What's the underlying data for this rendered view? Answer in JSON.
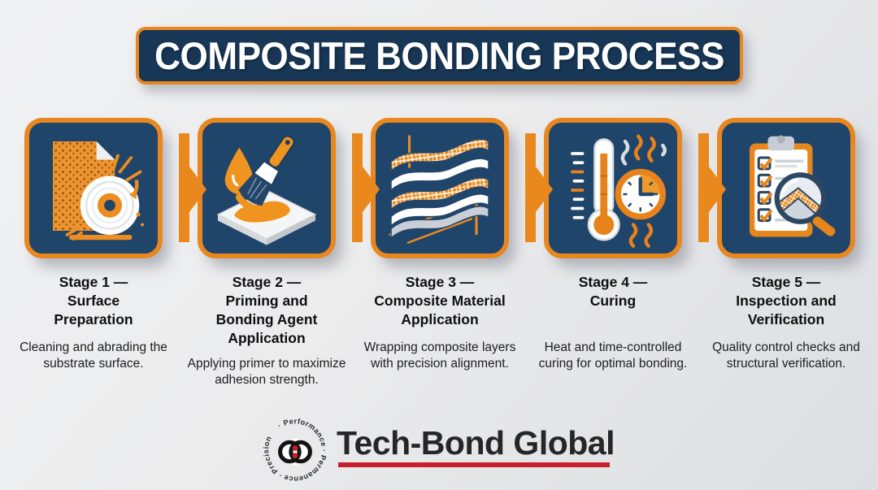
{
  "title": {
    "text": "COMPOSITE BONDING PROCESS"
  },
  "colors": {
    "navy": "#20456A",
    "banner_navy": "#183655",
    "orange": "#E8871F",
    "red": "#C6202C",
    "background": "#e8e9eb",
    "text_dark": "#0f0f10"
  },
  "stages": [
    {
      "icon": "sanding-disc-icon",
      "heading_lines": [
        "Stage 1 —",
        "Surface",
        "Preparation"
      ],
      "description": "Cleaning and abrading the substrate surface."
    },
    {
      "icon": "primer-brush-icon",
      "heading_lines": [
        "Stage 2 —",
        "Priming and",
        "Bonding Agent",
        "Application"
      ],
      "description": "Applying primer to maximize adhesion strength."
    },
    {
      "icon": "composite-layers-icon",
      "heading_lines": [
        "Stage 3 —",
        "Composite Material",
        "Application"
      ],
      "description": "Wrapping composite layers with precision alignment."
    },
    {
      "icon": "thermometer-clock-icon",
      "heading_lines": [
        "Stage 4 —",
        "Curing"
      ],
      "description": "Heat and time-controlled curing for optimal bonding."
    },
    {
      "icon": "checklist-magnifier-icon",
      "heading_lines": [
        "Stage 5 —",
        "Inspection and",
        "Verification"
      ],
      "description": "Quality control checks and structural verification."
    }
  ],
  "footer": {
    "brand": "Tech-Bond Global",
    "circle_text": "· Performance · Permanence · Precision"
  }
}
